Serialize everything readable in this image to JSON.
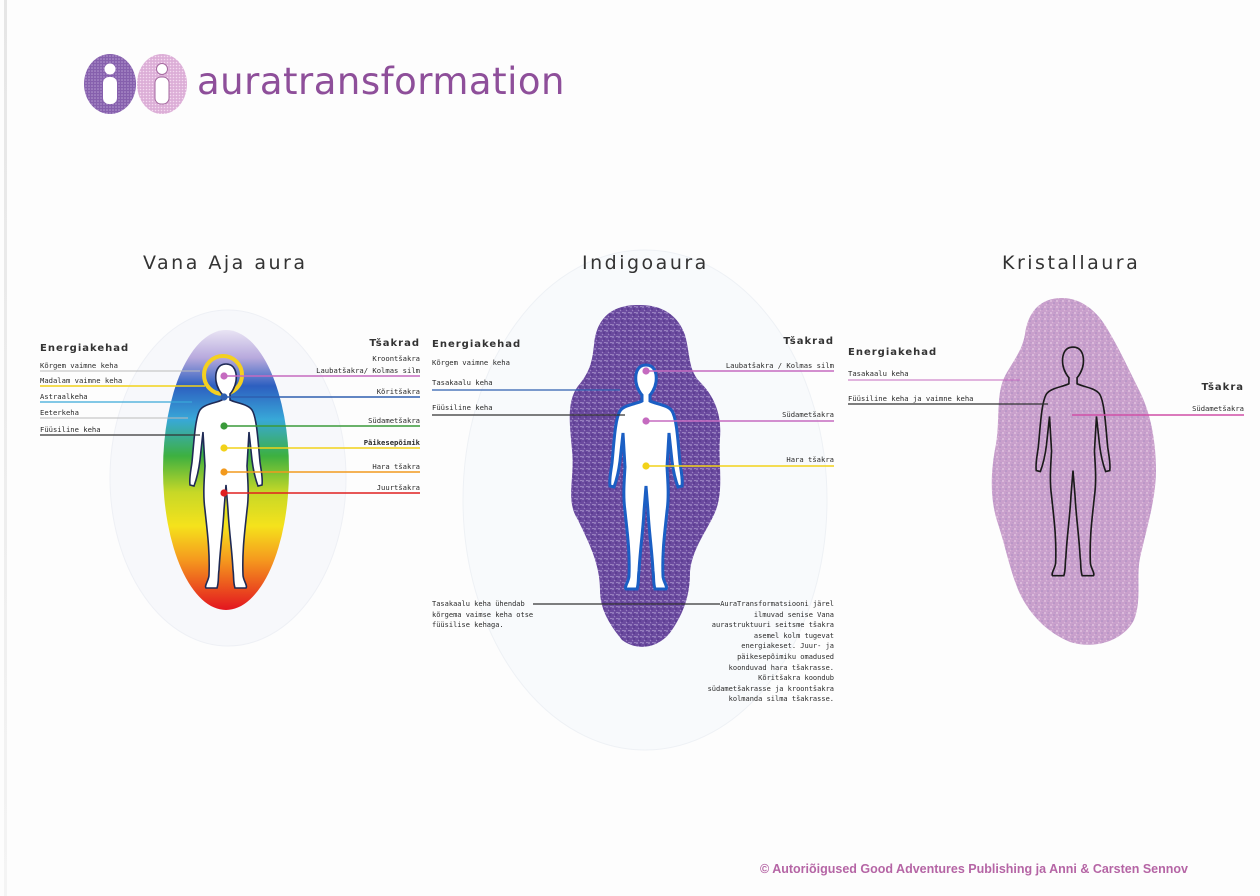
{
  "brand": {
    "name": "auratransformation",
    "colors": {
      "dark": "#7d4c9f",
      "light": "#d9a3cf",
      "text": "#8e4f9a"
    }
  },
  "panels": [
    {
      "title": "Vana Aja aura",
      "left_header": "Energiakehad",
      "left_labels": [
        "Kõrgem vaimne keha",
        "Madalam vaimne keha",
        "Astraalkeha",
        "Eeterkeha",
        "Füüsiline keha"
      ],
      "right_header": "Tšakrad",
      "right_labels": [
        "Kroontšakra",
        "Laubatšakra/ Kolmas silm",
        "Kõritšakra",
        "Südametšakra",
        "Päikesepõimik",
        "Hara tšakra",
        "Juurtšakra"
      ]
    },
    {
      "title": "Indigoaura",
      "left_header": "Energiakehad",
      "left_labels": [
        "Kõrgem vaimne keha",
        "Tasakaalu keha",
        "Füüsiline keha"
      ],
      "right_header": "Tšakrad",
      "right_labels": [
        "Laubatšakra / Kolmas silm",
        "Südametšakra",
        "Hara tšakra"
      ],
      "note_left": [
        "Tasakaalu keha ühendab",
        "kõrgema vaimse keha otse",
        "füüsilise kehaga."
      ],
      "note_right": [
        "AuraTransformatsiooni järel",
        "ilmuvad senise Vana",
        "aurastruktuuri seitsme tšakra",
        "asemel kolm tugevat",
        "energiakeset. Juur- ja",
        "päikesepõimiku omadused",
        "koonduvad hara tšakrasse.",
        "Kõritšakra koondub",
        "südametšakrasse ja kroontšakra",
        "kolmanda silma tšakrasse."
      ]
    },
    {
      "title": "Kristallaura",
      "left_header": "Energiakehad",
      "left_labels": [
        "Tasakaalu keha",
        "Füüsiline keha ja vaimne keha"
      ],
      "right_header": "Tšakra",
      "right_labels": [
        "Südametšakra"
      ]
    }
  ],
  "chakra_colors": {
    "crown": "#c56bc0",
    "third_eye": "#c56bc0",
    "throat": "#2e5fb0",
    "heart": "#3a9a3a",
    "solar": "#f2d21a",
    "hara": "#f29a1e",
    "root": "#e02020",
    "indigo": "#5a3a8c",
    "crystal": "#c89ac6",
    "heart_pink": "#d04fa6"
  },
  "copyright": "© Autoriõigused Good Adventures Publishing ja Anni & Carsten Sennov"
}
